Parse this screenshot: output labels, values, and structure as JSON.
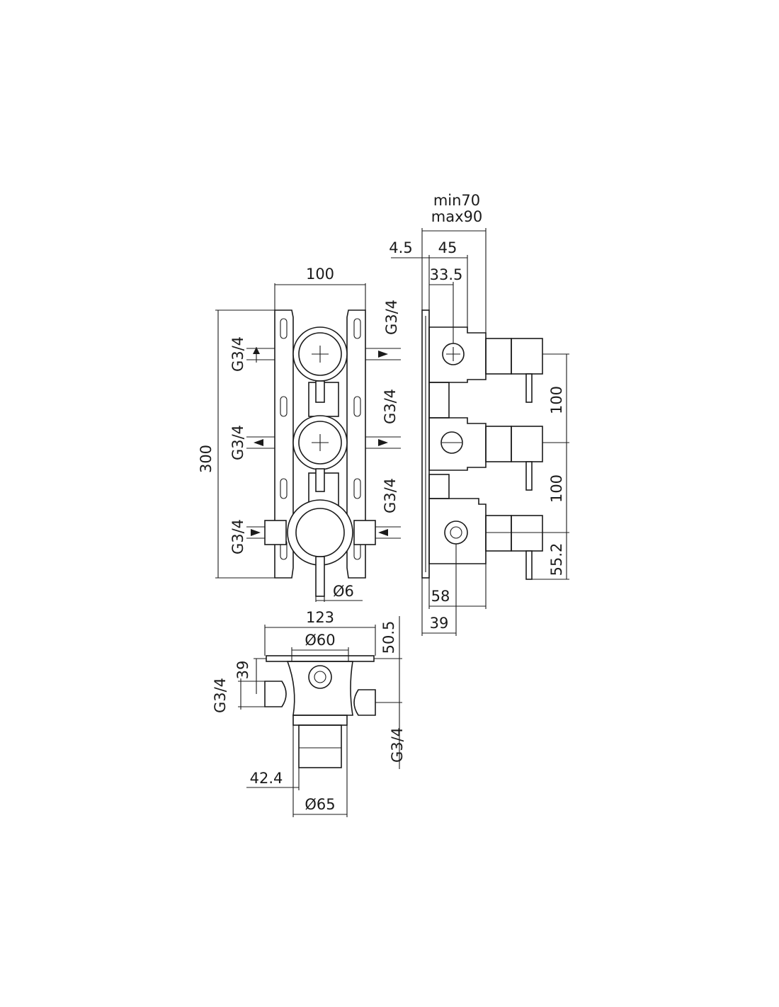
{
  "front_view": {
    "width_label": "100",
    "height_label": "300",
    "left_top_thread": "G3/4",
    "left_mid_thread": "G3/4",
    "left_bottom_thread": "G3/4",
    "right_top_thread": "G3/4",
    "right_mid_thread": "G3/4",
    "right_bottom_thread": "G3/4",
    "stem_diameter": "Ø6"
  },
  "side_view": {
    "depth_label_line1": "min70",
    "depth_label_line2": "max90",
    "plate_label": "4.5",
    "body_label": "45",
    "axis_label": "33.5",
    "spacing_top": "100",
    "spacing_bottom": "100",
    "handle_offset": "55.2",
    "handle_depth": "58",
    "body_depth": "39"
  },
  "top_view": {
    "width_label": "123",
    "flange_diameter": "Ø60",
    "depth_right": "50.5",
    "left_offset": "39",
    "left_thread": "G3/4",
    "right_thread": "G3/4",
    "sleeve_label": "42.4",
    "sleeve_diameter": "Ø65"
  }
}
